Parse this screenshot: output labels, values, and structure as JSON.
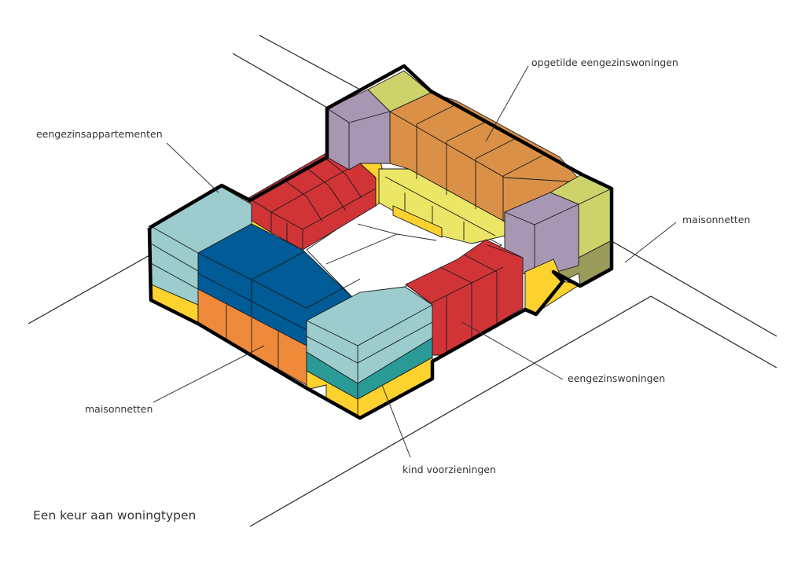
{
  "labels": {
    "opgetilde": "opgetilde eengezinswoningen",
    "eengezinsappartementen": "eengezinsappartementen",
    "maisonnetten_right": "maisonnetten",
    "maisonnetten_left": "maisonnetten",
    "eengezinswoningen": "eengezinswoningen",
    "kind_voorzieningen": "kind voorzieningen"
  },
  "caption": "Een keur aan woningtypen",
  "colors": {
    "lightblue": "#9ccccd",
    "darkblue": "#005b97",
    "orange": "#ef8a3b",
    "teal": "#2a9a96",
    "yellow": "#fdd22f",
    "paleyellow": "#ece667",
    "red": "#d13437",
    "ochre": "#da9047",
    "olive": "#cdd26b",
    "darkolive": "#9a9a5b",
    "lavender": "#a797b3",
    "courtyard": "#ffffff",
    "outline": "#000000"
  }
}
